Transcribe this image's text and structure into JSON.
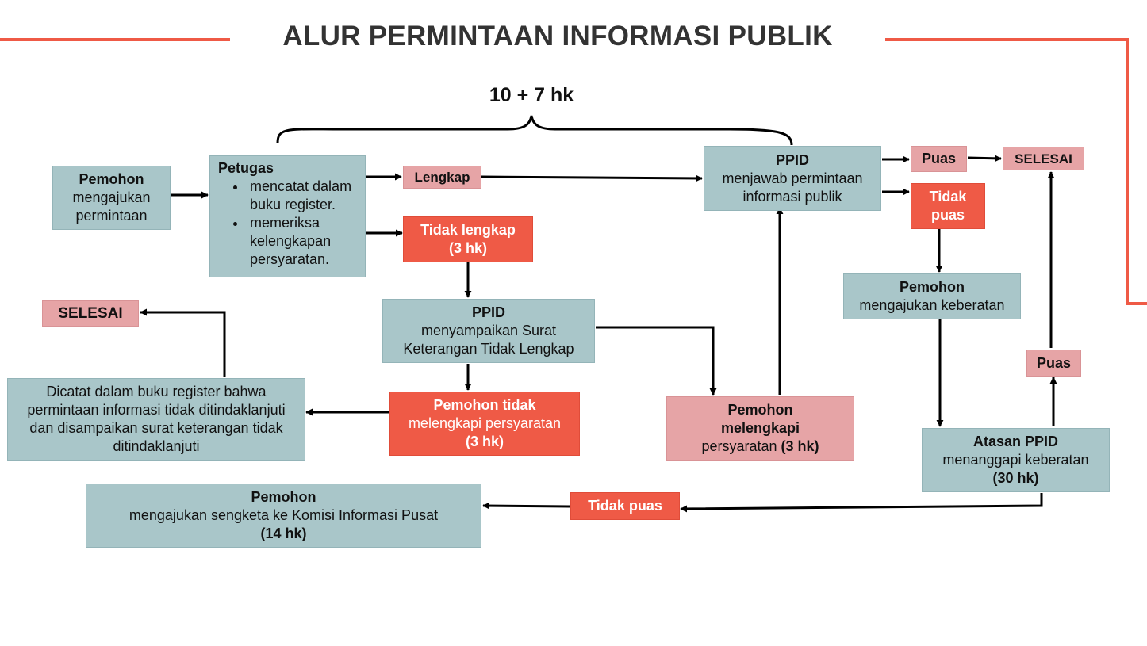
{
  "title": "ALUR PERMINTAAN INFORMASI PUBLIK",
  "brace_label": "10 + 7 hk",
  "nodes": {
    "pemohon_start": {
      "title": "Pemohon",
      "text": "mengajukan permintaan"
    },
    "petugas": {
      "title": "Petugas",
      "items": [
        "mencatat dalam buku register.",
        "memeriksa kelengkapan persyaratan."
      ]
    },
    "lengkap": "Lengkap",
    "tidak_lengkap": {
      "title": "Tidak lengkap",
      "duration": "(3 hk)"
    },
    "ppid_jawab": {
      "title": "PPID",
      "text": "menjawab permintaan informasi publik"
    },
    "puas_top": "Puas",
    "selesai_top": "SELESAI",
    "tidak_puas_top": "Tidak puas",
    "ppid_surat": {
      "title": "PPID",
      "text": "menyampaikan Surat Keterangan Tidak Lengkap"
    },
    "selesai_left": "SELESAI",
    "dicatat": "Dicatat dalam buku register bahwa permintaan informasi tidak ditindaklanjuti dan disampaikan surat keterangan tidak ditindaklanjuti",
    "pemohon_tidak": {
      "title": "Pemohon tidak",
      "text": "melengkapi persyaratan",
      "duration": "(3 hk)"
    },
    "pemohon_melengkapi": {
      "title": "Pemohon melengkapi",
      "text": "persyaratan",
      "duration": "(3 hk)"
    },
    "pemohon_keberatan": {
      "title": "Pemohon",
      "text": "mengajukan keberatan"
    },
    "puas_right": "Puas",
    "atasan": {
      "title": "Atasan PPID",
      "text": "menanggapi keberatan",
      "duration": "(30 hk)"
    },
    "tidak_puas_bottom": "Tidak puas",
    "sengketa": {
      "title": "Pemohon",
      "text": "mengajukan sengketa ke Komisi Informasi Pusat",
      "duration": "(14 hk)"
    }
  },
  "colors": {
    "accent": "#ef5a46",
    "teal": "#a9c6c9",
    "pink": "#e6a4a6",
    "title": "#333333"
  }
}
